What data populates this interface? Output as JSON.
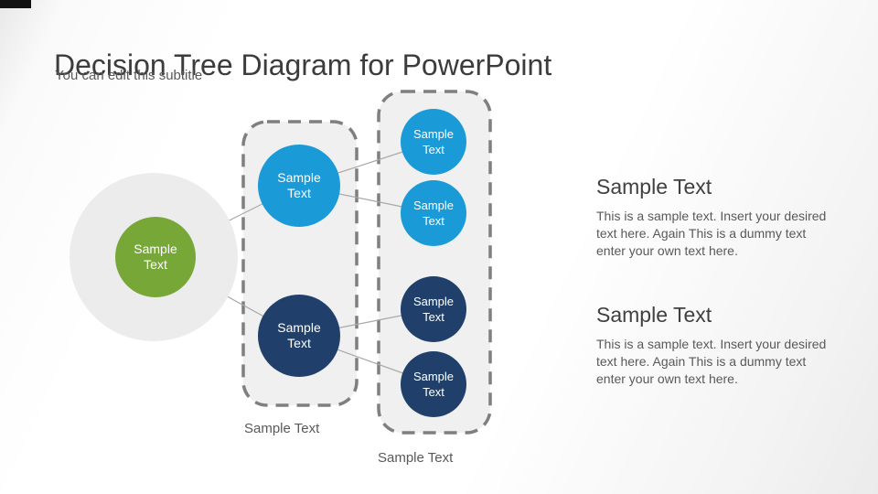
{
  "slide": {
    "title": "Decision Tree Diagram for PowerPoint",
    "subtitle": "You can edit this subtitle"
  },
  "tree": {
    "root": {
      "lines": [
        "Sample",
        "Text"
      ]
    },
    "level2": [
      {
        "lines": [
          "Sample",
          "Text"
        ]
      },
      {
        "lines": [
          "Sample",
          "Text"
        ]
      }
    ],
    "level3": [
      {
        "lines": [
          "Sample",
          "Text"
        ]
      },
      {
        "lines": [
          "Sample",
          "Text"
        ]
      },
      {
        "lines": [
          "Sample",
          "Text"
        ]
      },
      {
        "lines": [
          "Sample",
          "Text"
        ]
      }
    ],
    "group_labels": [
      "Sample Text",
      "Sample Text"
    ]
  },
  "annotations": [
    {
      "heading": "Sample Text",
      "body": "This is a sample text. Insert your desired text here. Again This is a dummy text enter your own text here."
    },
    {
      "heading": "Sample Text",
      "body": "This is a sample text. Insert your desired text here. Again This is a dummy text enter your own text here."
    }
  ],
  "colors": {
    "green": "#76a737",
    "blue": "#1a9ad6",
    "navy": "#20406b",
    "gray_circle": "#ececec",
    "group_fill": "#f0f0f0",
    "dash_border": "#7f7f7f",
    "connector": "#a8a8a8"
  }
}
